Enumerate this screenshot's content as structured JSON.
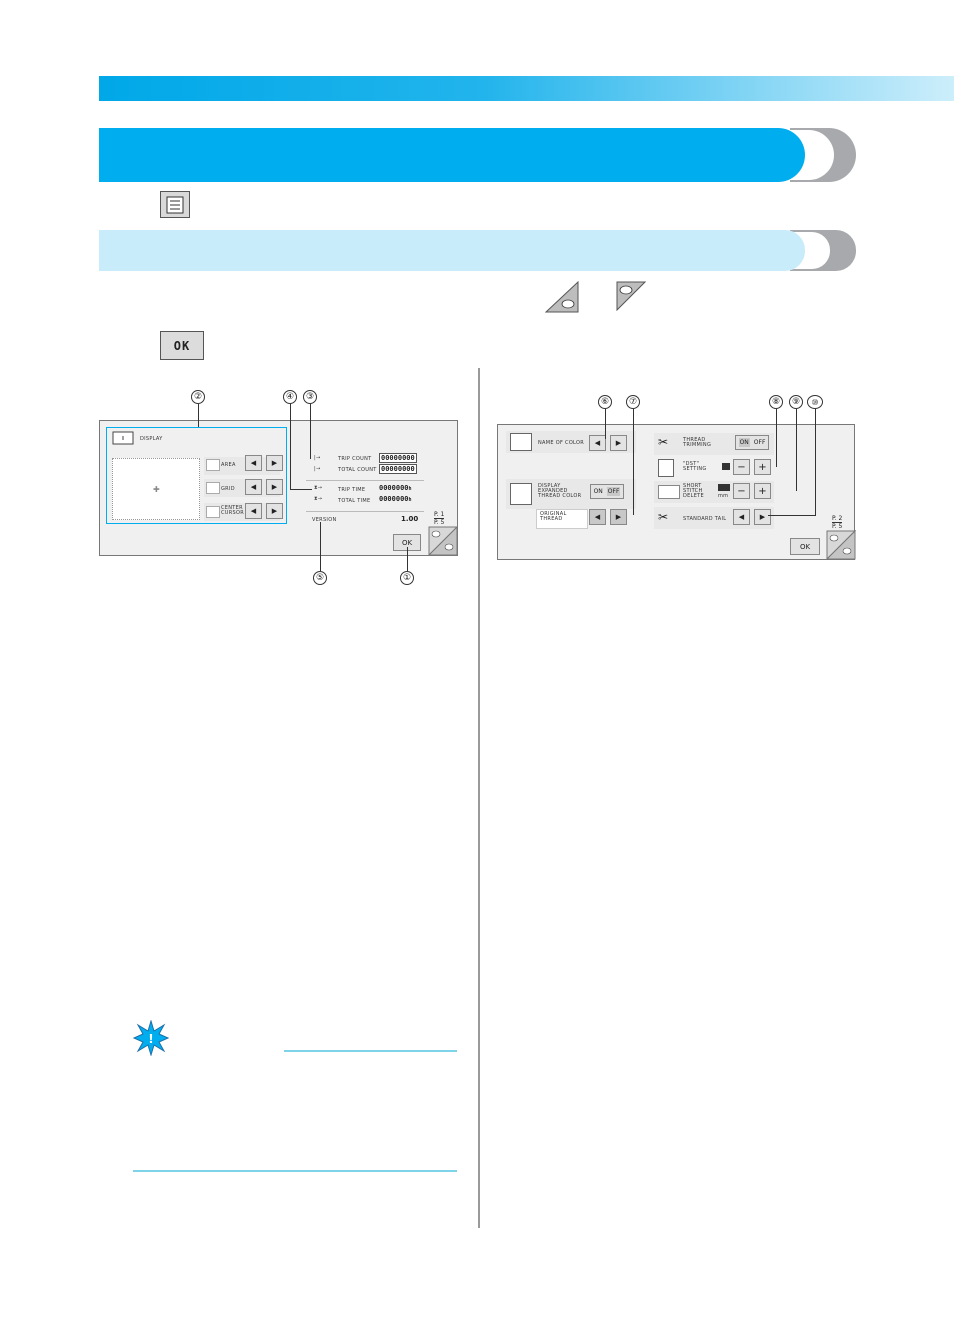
{
  "screen1": {
    "display_label": "DISPLAY",
    "area_label": "AREA",
    "grid_label": "GRID",
    "center_cursor_label_1": "CENTER",
    "center_cursor_label_2": "CURSOR",
    "trip_count_label": "TRIP COUNT",
    "total_count_label": "TOTAL COUNT",
    "trip_time_label": "TRIP TIME",
    "total_time_label": "TOTAL TIME",
    "trip_count_value": "00000000",
    "total_count_value": "00000000",
    "trip_time_value": "0000000",
    "total_time_value": "0000000",
    "time_unit": "h",
    "version_label": "VERSION",
    "version_value": "1.00",
    "ok_label": "OK",
    "page_top": "P. 1",
    "page_bottom": "P. 5"
  },
  "screen2": {
    "name_of_color_label": "NAME OF COLOR",
    "display_expanded_1": "DISPLAY",
    "display_expanded_2": "EXPANDED",
    "display_expanded_3": "THREAD COLOR",
    "original_thread_1": "ORIGINAL",
    "original_thread_2": "THREAD",
    "thread_trimming_1": "THREAD",
    "thread_trimming_2": "TRIMMING",
    "dst_setting_1": "\"DST\"",
    "dst_setting_2": "SETTING",
    "short_stitch_1": "SHORT",
    "short_stitch_2": "STITCH",
    "short_stitch_3": "DELETE",
    "standard_tail": "STANDARD TAIL",
    "on_label": "ON",
    "off_label": "OFF",
    "mm_label": "mm",
    "ok_label": "OK",
    "page_top": "P. 2",
    "page_bottom": "P. 5"
  },
  "header": {
    "ok_button_label": "OK"
  },
  "callouts": {
    "c1": "①",
    "c2": "②",
    "c3": "③",
    "c4": "④",
    "c5": "⑤",
    "c6": "⑥",
    "c7": "⑦",
    "c8": "⑧",
    "c9": "⑨",
    "c10": "⑩"
  },
  "colors": {
    "title_band": "#00aeef",
    "subtitle_band": "#c9ecfa",
    "note_rule": "#7fd3e8"
  }
}
